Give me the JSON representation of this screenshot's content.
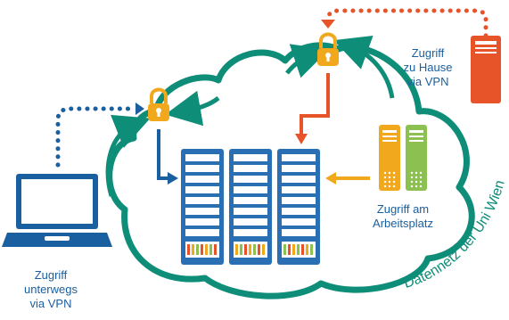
{
  "labels": {
    "laptop": [
      "Zugriff",
      "unterwegs",
      "via VPN"
    ],
    "home": [
      "Zugriff",
      "zu Hause",
      "via VPN"
    ],
    "workplace": [
      "Zugriff am",
      "Arbeitsplatz"
    ],
    "network": "Datennetz der Uni Wien"
  },
  "colors": {
    "blue": "#1a5fa0",
    "orange": "#f07a2b",
    "red_orange": "#e8542a",
    "yellow": "#f2a81d",
    "green": "#2e9a86",
    "teal": "#0e8d78",
    "light_green": "#8cc152",
    "server_blue": "#2a6eb4"
  },
  "icons": [
    "laptop-icon",
    "lock-icon",
    "server-rack-icon",
    "home-server-icon",
    "workstation-icon"
  ]
}
